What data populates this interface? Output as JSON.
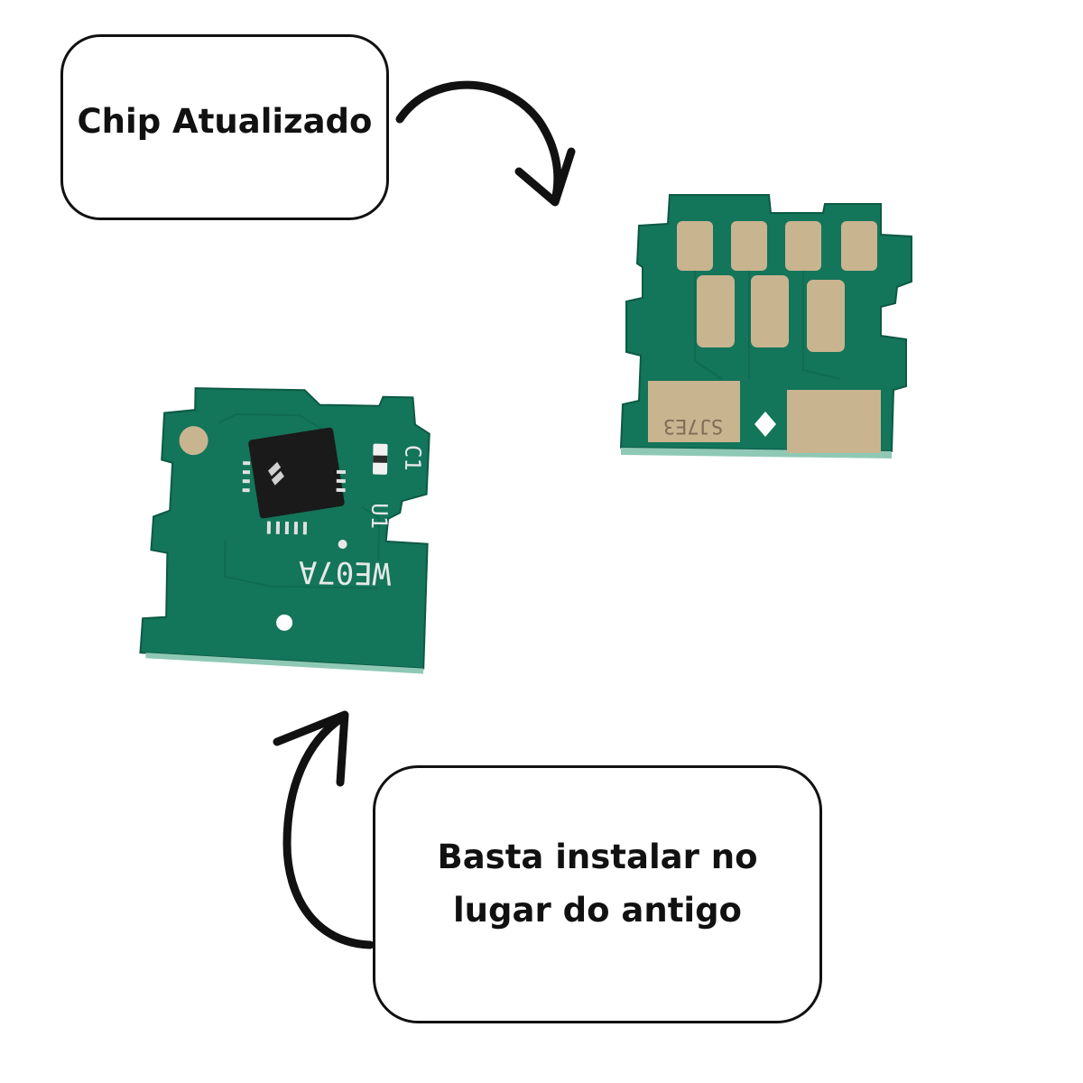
{
  "callouts": {
    "top": "Chip Atualizado",
    "bottom_line1": "Basta instalar no",
    "bottom_line2": "lugar do antigo"
  },
  "chip_front": {
    "marking": "WE07A",
    "label_c1": "C1",
    "label_u1": "U1"
  },
  "chip_back": {
    "marking": "SJ7E3"
  },
  "colors": {
    "pcb_green": "#13755a",
    "pad_gold": "#c9b490",
    "ic_black": "#1a1a1a",
    "outline": "#111111"
  }
}
